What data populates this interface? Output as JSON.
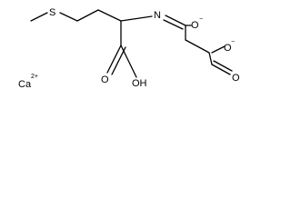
{
  "molecule": {
    "atoms": {
      "sulfur": "S",
      "nitrogen": "N",
      "imine_oxygen": "O",
      "imine_oxygen_charge": "−",
      "carboxylate_oxygen_top": "O",
      "carboxylate_oxygen_top_charge": "−",
      "carboxylate_oxygen_bottom": "O",
      "acid_hydroxyl": "OH",
      "acid_carbonyl_oxygen": "O"
    },
    "counterion": {
      "symbol": "Ca",
      "charge": "2+"
    }
  },
  "colors": {
    "bond": "#000000",
    "text": "#000000",
    "background": "#ffffff"
  }
}
